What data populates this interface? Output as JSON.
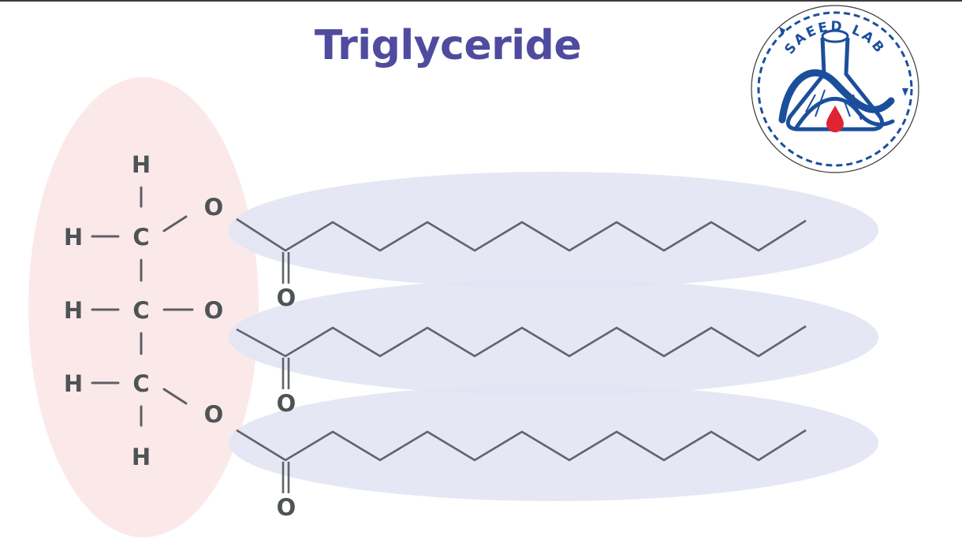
{
  "title": "Triglyceride",
  "glycerol": {
    "atoms": {
      "h_top": "H",
      "h_left1": "H",
      "h_left2": "H",
      "h_left3": "H",
      "h_bottom": "H",
      "c1": "C",
      "c2": "C",
      "c3": "C",
      "o1": "O",
      "o2": "O",
      "o3": "O"
    }
  },
  "fatty_acids": [
    {
      "carbonyl_oxygen": "O"
    },
    {
      "carbonyl_oxygen": "O"
    },
    {
      "carbonyl_oxygen": "O"
    }
  ],
  "logo": {
    "text": "SAEED LAB",
    "colors": {
      "primary": "#1b4f9c",
      "drop": "#e02333"
    }
  },
  "colors": {
    "title": "#4f4b9e",
    "glycerol_highlight": "#fbe9ea",
    "chain_highlight": "#e3e5f3",
    "bond": "#5b6064"
  }
}
